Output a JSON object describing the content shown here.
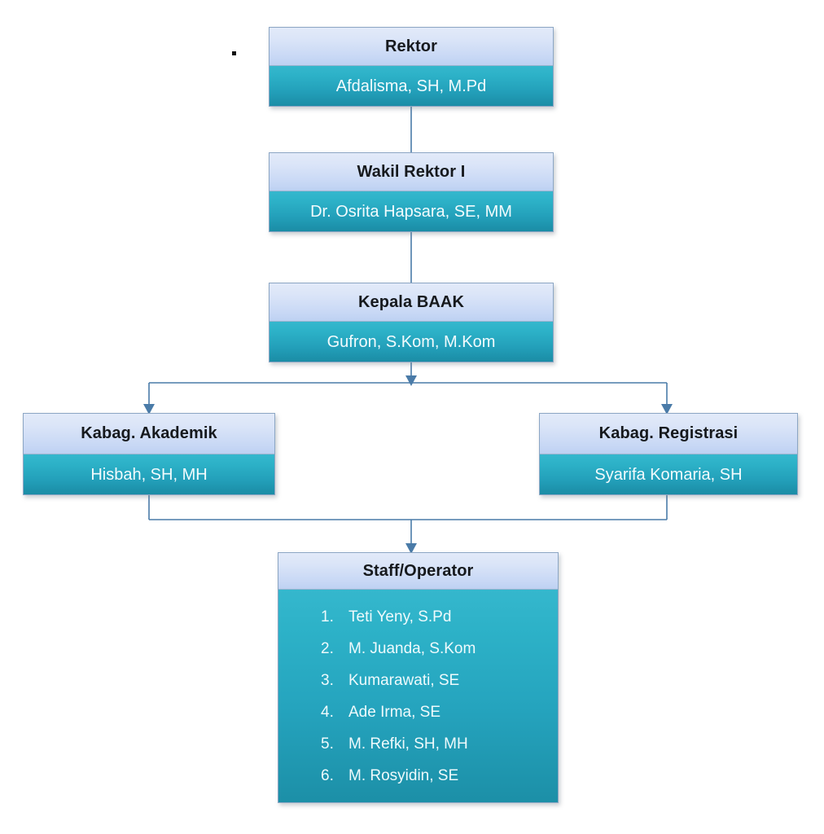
{
  "diagram": {
    "type": "organizational-chart",
    "background_color": "#ffffff",
    "connector_color": "#4a7ba8",
    "header_gradient": [
      "#e2eaf9",
      "#bed1f2"
    ],
    "body_gradient": [
      "#35b7cd",
      "#1a8ba4"
    ],
    "header_text_color": "#16191d",
    "body_text_color": "#f2fbfd"
  },
  "stray_mark": ".",
  "nodes": {
    "rektor": {
      "title": "Rektor",
      "name": "Afdalisma, SH, M.Pd"
    },
    "wakil_rektor": {
      "title": "Wakil Rektor I",
      "name": "Dr. Osrita Hapsara, SE, MM"
    },
    "kepala_baak": {
      "title": "Kepala BAAK",
      "name": "Gufron, S.Kom, M.Kom"
    },
    "kabag_akademik": {
      "title": "Kabag. Akademik",
      "name": "Hisbah, SH, MH"
    },
    "kabag_registrasi": {
      "title": "Kabag. Registrasi",
      "name": "Syarifa Komaria, SH"
    },
    "staff": {
      "title": "Staff/Operator",
      "members": [
        {
          "num": "1.",
          "name": "Teti Yeny, S.Pd"
        },
        {
          "num": "2.",
          "name": "M. Juanda, S.Kom"
        },
        {
          "num": "3.",
          "name": "Kumarawati, SE"
        },
        {
          "num": "4.",
          "name": "Ade Irma, SE"
        },
        {
          "num": "5.",
          "name": "M. Refki, SH, MH"
        },
        {
          "num": "6.",
          "name": "M. Rosyidin, SE"
        }
      ]
    }
  },
  "edges": [
    {
      "from": "rektor",
      "to": "wakil_rektor",
      "style": "line"
    },
    {
      "from": "wakil_rektor",
      "to": "kepala_baak",
      "style": "line"
    },
    {
      "from": "kepala_baak",
      "to": "kabag_akademik",
      "style": "arrow-split"
    },
    {
      "from": "kepala_baak",
      "to": "kabag_registrasi",
      "style": "arrow-split"
    },
    {
      "from": "kabag_akademik",
      "to": "staff",
      "style": "arrow-merge"
    },
    {
      "from": "kabag_registrasi",
      "to": "staff",
      "style": "arrow-merge"
    }
  ]
}
